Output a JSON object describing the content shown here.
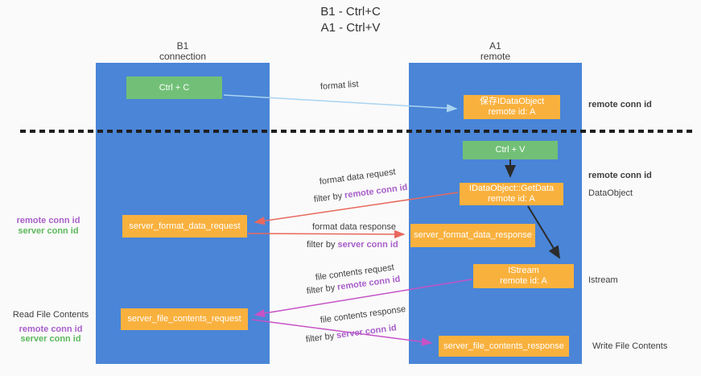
{
  "title": {
    "line1": "B1 - Ctrl+C",
    "line2": "A1 - Ctrl+V"
  },
  "lanes": {
    "left": {
      "name": "B1",
      "role": "connection"
    },
    "right": {
      "name": "A1",
      "role": "remote"
    }
  },
  "boxes": {
    "ctrl_c": {
      "label": "Ctrl + C"
    },
    "save_idataobject": {
      "line1": "保存IDataObject",
      "line2": "remote id: A"
    },
    "ctrl_v": {
      "label": "Ctrl + V"
    },
    "getdata": {
      "line1": "IDataObject::GetData",
      "line2": "remote id: A"
    },
    "format_request": {
      "label": "server_format_data_request"
    },
    "format_response": {
      "label": "server_format_data_response"
    },
    "istream": {
      "line1": "IStream",
      "line2": "remote id: A"
    },
    "file_request": {
      "label": "server_file_contents_request"
    },
    "file_response": {
      "label": "server_file_contents_response"
    }
  },
  "arrow_labels": {
    "format_list": "format list",
    "format_data_request": "format data request",
    "format_data_response": "format data response",
    "file_contents_request": "file contents request",
    "file_contents_response": "file contents response",
    "filter_by": "filter by",
    "remote_conn_id": "remote conn id",
    "server_conn_id": "server conn id"
  },
  "side_labels": {
    "remote_conn_id": "remote conn id",
    "server_conn_id": "server conn id",
    "dataobject": "DataObject",
    "istream": "Istream",
    "read_file_contents": "Read File Contents",
    "write_file_contents": "Write File Contents"
  },
  "colors": {
    "lane_blue": "#4a85d7",
    "box_green": "#72c077",
    "box_orange": "#f9b13e",
    "arrow_light_blue": "#a9d4f1",
    "arrow_red": "#e8695e",
    "arrow_magenta": "#c653c6",
    "arrow_black": "#2b2b2b",
    "text_purple": "#a85fc9",
    "text_green": "#5cb85c",
    "text_dark": "#3d3d3d"
  }
}
